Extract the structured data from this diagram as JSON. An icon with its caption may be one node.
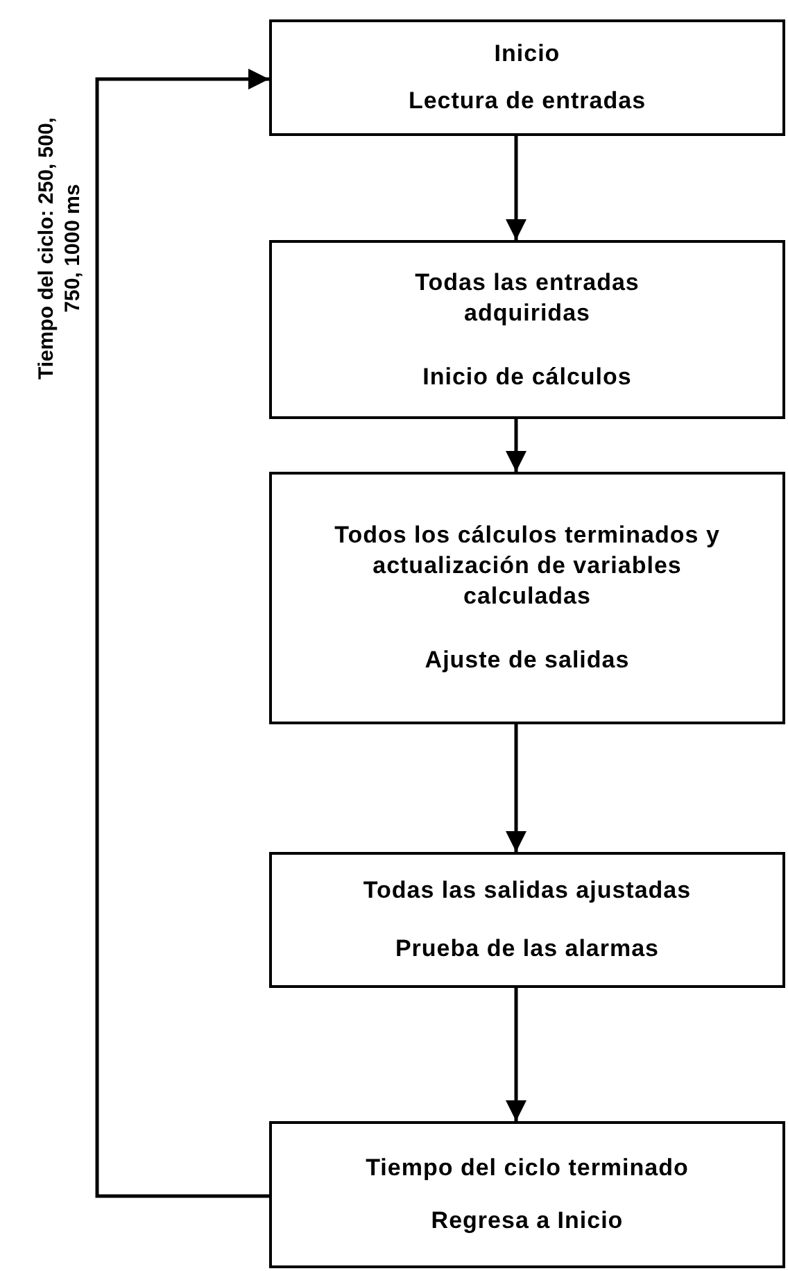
{
  "diagram": {
    "nodes": [
      {
        "text": [
          "Inicio",
          "Lectura de entradas"
        ]
      },
      {
        "text": [
          "Todas las entradas adquiridas",
          "Inicio de cálculos"
        ]
      },
      {
        "text": [
          "Todos los cálculos terminados y actualización de variables calculadas",
          "Ajuste de salidas"
        ]
      },
      {
        "text": [
          "Todas las salidas ajustadas",
          "Prueba de las alarmas"
        ]
      },
      {
        "text": [
          "Tiempo del ciclo terminado",
          "Regresa a Inicio"
        ]
      }
    ],
    "edges": [
      {
        "from": 0,
        "to": 1,
        "arrow": "to"
      },
      {
        "from": 1,
        "to": 2,
        "arrow": "to"
      },
      {
        "from": 2,
        "to": 3,
        "arrow": "to"
      },
      {
        "from": 3,
        "to": 4,
        "arrow": "to"
      },
      {
        "from": 4,
        "to": 0,
        "arrow": "to",
        "label": "Tiempo del ciclo: 250, 500, 750, 1000 ms"
      }
    ]
  }
}
